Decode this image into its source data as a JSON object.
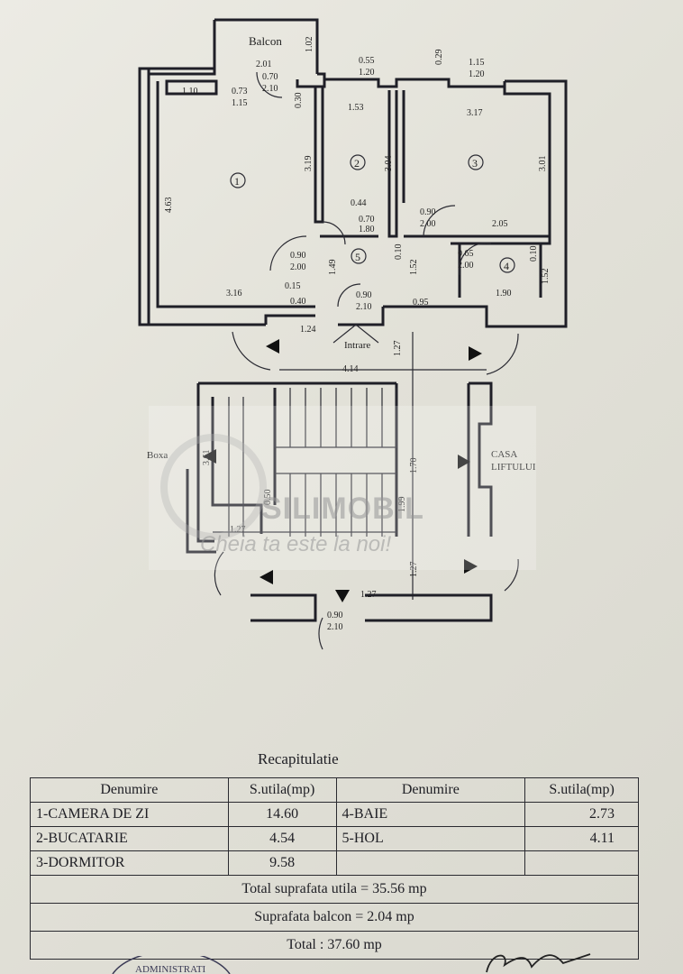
{
  "plan": {
    "labels": {
      "balcon": "Balcon",
      "intrare": "Intrare",
      "boxa": "Boxa",
      "casa_liftului_1": "CASA",
      "casa_liftului_2": "LIFTULUI"
    },
    "rooms": [
      "1",
      "2",
      "3",
      "4",
      "5"
    ],
    "dimensions": {
      "d_2_01": "2.01",
      "d_1_02": "1.02",
      "d_0_70": "0.70",
      "d_2_10a": "2.10",
      "d_0_73": "0.73",
      "d_1_15a": "1.15",
      "d_1_10": "1.10",
      "d_0_30": "0.30",
      "d_0_55": "0.55",
      "d_1_20a": "1.20",
      "d_0_29": "0.29",
      "d_1_15b": "1.15",
      "d_1_20b": "1.20",
      "d_1_53": "1.53",
      "d_3_17": "3.17",
      "d_4_63": "4.63",
      "d_3_19": "3.19",
      "d_3_04": "3.04",
      "d_3_01": "3.01",
      "d_0_44": "0.44",
      "d_0_70b": "0.70",
      "d_1_80": "1.80",
      "d_0_90a": "0.90",
      "d_2_00a": "2.00",
      "d_2_05": "2.05",
      "d_0_90b": "0.90",
      "d_2_00b": "2.00",
      "d_1_49": "1.49",
      "d_0_10a": "0.10",
      "d_1_52a": "1.52",
      "d_0_65": "0.65",
      "d_2_00c": "2.00",
      "d_0_10b": "0.10",
      "d_1_52b": "1.52",
      "d_3_16": "3.16",
      "d_0_15": "0.15",
      "d_0_40": "0.40",
      "d_0_90c": "0.90",
      "d_2_10b": "2.10",
      "d_0_95": "0.95",
      "d_1_90": "1.90",
      "d_1_24": "1.24",
      "d_1_27a": "1.27",
      "d_4_14": "4.14",
      "d_3_61": "3.61",
      "d_0_50": "0.50",
      "d_1_70": "1.70",
      "d_1_27b": "1.27",
      "d_1_99": "1.99",
      "d_1_27c": "1.27",
      "d_1_27d": "1.27",
      "d_0_90d": "0.90",
      "d_2_10c": "2.10"
    }
  },
  "watermark": {
    "brand": "SILIMOBIL",
    "slogan": "Cheia ta este la noi!"
  },
  "recap": {
    "title": "Recapitulatie",
    "headers": [
      "Denumire",
      "S.utila(mp)",
      "Denumire",
      "S.utila(mp)"
    ],
    "rows": [
      [
        "1-CAMERA DE ZI",
        "14.60",
        "4-BAIE",
        "2.73"
      ],
      [
        "2-BUCATARIE",
        "4.54",
        "5-HOL",
        "4.11"
      ],
      [
        "3-DORMITOR",
        "9.58",
        "",
        ""
      ]
    ],
    "totals": [
      "Total suprafata utila = 35.56 mp",
      "Suprafata balcon  = 2.04 mp",
      "Total   : 37.60 mp"
    ]
  },
  "stamp_text": "ADMINISTRATI"
}
